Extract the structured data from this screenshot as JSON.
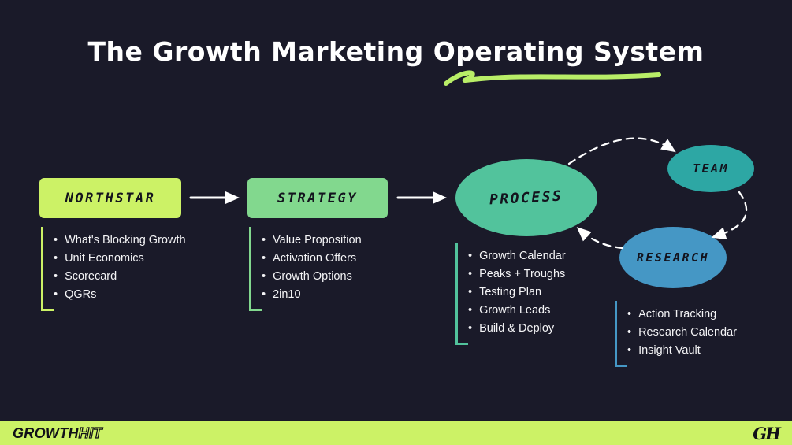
{
  "title": "The Growth Marketing Operating System",
  "nodes": {
    "northstar": {
      "label": "NORTHSTAR",
      "items": [
        "What's Blocking Growth",
        "Unit Economics",
        "Scorecard",
        "QGRs"
      ]
    },
    "strategy": {
      "label": "STRATEGY",
      "items": [
        "Value Proposition",
        "Activation Offers",
        "Growth Options",
        "2in10"
      ]
    },
    "process": {
      "label": "PROCESS",
      "items": [
        "Growth Calendar",
        "Peaks + Troughs",
        "Testing Plan",
        "Growth Leads",
        "Build & Deploy"
      ]
    },
    "team": {
      "label": "TEAM"
    },
    "research": {
      "label": "RESEARCH",
      "items": [
        "Action Tracking",
        "Research Calendar",
        "Insight Vault"
      ]
    }
  },
  "footer": {
    "brand_left_solid": "GROWTH",
    "brand_left_outline": "HIT",
    "monogram": "GH"
  },
  "colors": {
    "background": "#1a1a29",
    "lime": "#ccf266",
    "green": "#82d88e",
    "teal": "#52c39c",
    "teal_dark": "#2da7a4",
    "blue": "#4597c5",
    "arrow": "#ffffff",
    "text": "#f4f4f6",
    "label_dark": "#13131d"
  }
}
